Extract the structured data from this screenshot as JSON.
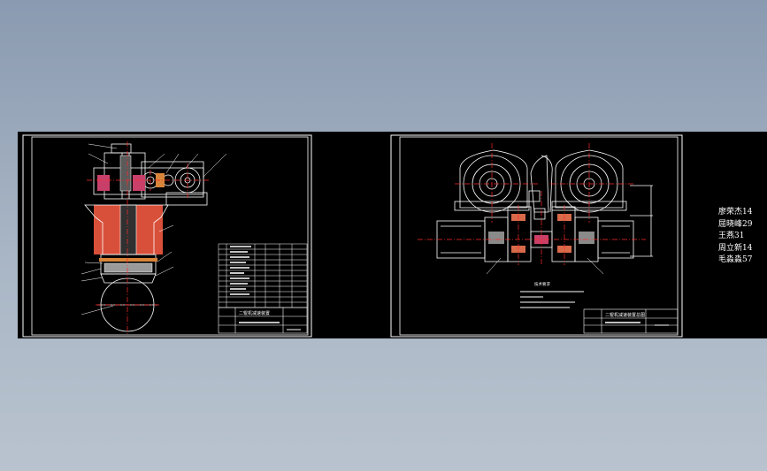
{
  "colors": {
    "background_top": "#8a9ab0",
    "background_bottom": "#b9c3cf",
    "canvas": "#000000",
    "line": "#ffffff",
    "centerline": "#ff0000",
    "leader": "#ffffff"
  },
  "designers": [
    "廖荣杰14",
    "屈晓峰29",
    "王燕31",
    "周立新14",
    "毛淼淼57"
  ],
  "left_drawing": {
    "title_block": "二辊机减速装置"
  },
  "right_drawing": {
    "notes_title": "技术要求",
    "title_block": "二辊机减速装置总图"
  }
}
